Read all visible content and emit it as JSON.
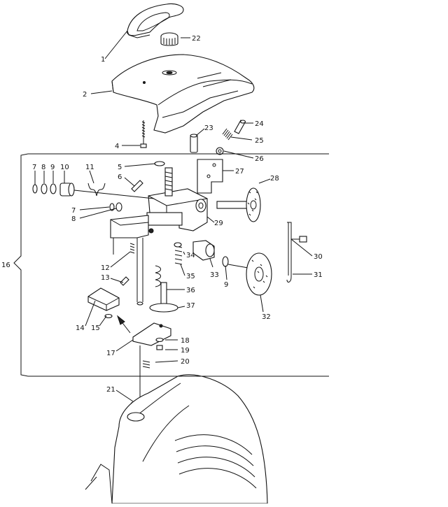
{
  "callouts": [
    {
      "id": "1",
      "text": "1"
    },
    {
      "id": "2",
      "text": "2"
    },
    {
      "id": "4",
      "text": "4"
    },
    {
      "id": "5",
      "text": "5"
    },
    {
      "id": "6",
      "text": "6"
    },
    {
      "id": "7a",
      "text": "7"
    },
    {
      "id": "8a",
      "text": "8"
    },
    {
      "id": "9a",
      "text": "9"
    },
    {
      "id": "10",
      "text": "10"
    },
    {
      "id": "11",
      "text": "11"
    },
    {
      "id": "7b",
      "text": "7"
    },
    {
      "id": "8b",
      "text": "8"
    },
    {
      "id": "12",
      "text": "12"
    },
    {
      "id": "13",
      "text": "13"
    },
    {
      "id": "14",
      "text": "14"
    },
    {
      "id": "15",
      "text": "15"
    },
    {
      "id": "16",
      "text": "16"
    },
    {
      "id": "17",
      "text": "17"
    },
    {
      "id": "18",
      "text": "18"
    },
    {
      "id": "19",
      "text": "19"
    },
    {
      "id": "20",
      "text": "20"
    },
    {
      "id": "21",
      "text": "21"
    },
    {
      "id": "22",
      "text": "22"
    },
    {
      "id": "23",
      "text": "23"
    },
    {
      "id": "24",
      "text": "24"
    },
    {
      "id": "25",
      "text": "25"
    },
    {
      "id": "26",
      "text": "26"
    },
    {
      "id": "27",
      "text": "27"
    },
    {
      "id": "28",
      "text": "28"
    },
    {
      "id": "29",
      "text": "29"
    },
    {
      "id": "30",
      "text": "30"
    },
    {
      "id": "31",
      "text": "31"
    },
    {
      "id": "32",
      "text": "32"
    },
    {
      "id": "33",
      "text": "33"
    },
    {
      "id": "34",
      "text": "34"
    },
    {
      "id": "35",
      "text": "35"
    },
    {
      "id": "36",
      "text": "36"
    },
    {
      "id": "37",
      "text": "37"
    },
    {
      "id": "9b",
      "text": "9"
    }
  ]
}
